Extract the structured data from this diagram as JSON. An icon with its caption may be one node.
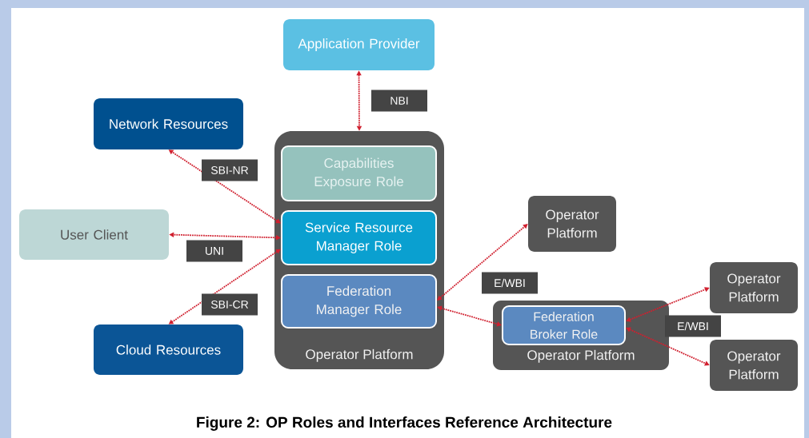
{
  "diagram": {
    "caption": "Figure 2: OP Roles and Interfaces Reference Architecture",
    "nodes": [
      {
        "text": [
          "Application Provider"
        ]
      },
      {
        "text": [
          "Network Resources"
        ]
      },
      {
        "text": [
          "Operator Platform"
        ]
      },
      {
        "text": [
          "Capabilities Exposure Role"
        ],
        "in": 2
      },
      {
        "text": [
          "Service Resource Manager Role"
        ],
        "in": 2
      },
      {
        "text": [
          "User Client"
        ]
      },
      {
        "text": [
          "Federation Manager Role"
        ],
        "in": 2
      },
      {
        "text": [
          "Operator Platform"
        ]
      },
      {
        "text": [
          "Cloud Resources"
        ]
      },
      {
        "text": [
          "Operator Platform"
        ]
      },
      {
        "text": [
          "Federation Broker Role"
        ],
        "in": 9
      },
      {
        "text": [
          "Operator Platform"
        ]
      },
      {
        "text": [
          "Operator Platform"
        ]
      }
    ],
    "edges": [
      {
        "from": 0,
        "to": 2,
        "arrow": "both",
        "label": "NBI"
      },
      {
        "from": 4,
        "to": 1,
        "arrow": "both",
        "label": "SBI-NR"
      },
      {
        "from": 4,
        "to": 5,
        "arrow": "both",
        "label": "UNI"
      },
      {
        "from": 4,
        "to": 8,
        "arrow": "both",
        "label": "SBI-CR"
      },
      {
        "from": 6,
        "to": 7,
        "arrow": "both",
        "label": "E/WBI"
      },
      {
        "from": 6,
        "to": 10,
        "arrow": "both"
      },
      {
        "from": 10,
        "to": 11,
        "arrow": "both",
        "label": "E/WBI"
      },
      {
        "from": 10,
        "to": 12,
        "arrow": "both"
      }
    ]
  }
}
